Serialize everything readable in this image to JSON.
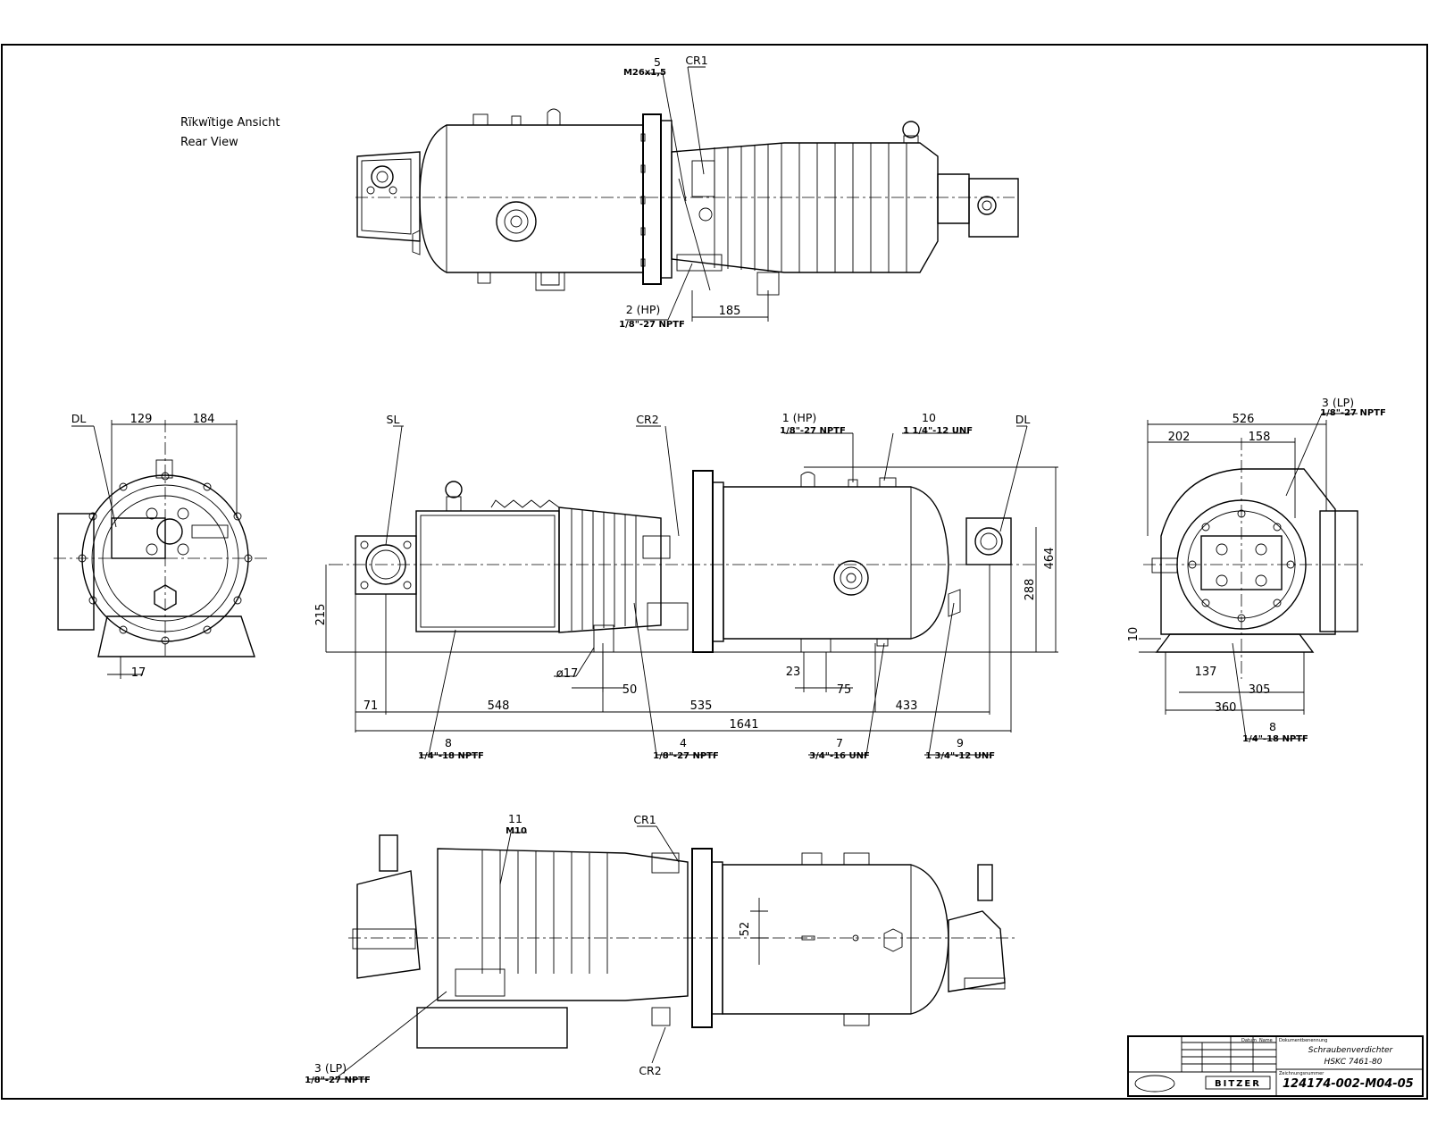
{
  "view_note": {
    "line1": "Rïkwïtige Ansicht",
    "line2": "Rear View"
  },
  "top_view": {
    "conn5_num": "5",
    "conn5_spec": "M26x1,5",
    "cr1": "CR1",
    "conn2_num": "2 (HP)",
    "conn2_spec": "1/8\"-27 NPTF",
    "dim185": "185"
  },
  "left_view": {
    "dl": "DL",
    "d129": "129",
    "d184": "184",
    "d17": "17"
  },
  "front_view": {
    "sl": "SL",
    "cr2": "CR2",
    "conn1_num": "1 (HP)",
    "conn1_spec": "1/8\"-27 NPTF",
    "conn10_num": "10",
    "conn10_spec": "1 1/4\"-12 UNF",
    "dl": "DL",
    "d215": "215",
    "d288": "288",
    "d464": "464",
    "d17": "ø17",
    "d50": "50",
    "d23": "23",
    "d75": "75",
    "d71": "71",
    "d548": "548",
    "d535": "535",
    "d433": "433",
    "d1641": "1641",
    "conn8_num": "8",
    "conn8_spec": "1/4\"-18 NPTF",
    "conn4_num": "4",
    "conn4_spec": "1/8\"-27 NPTF",
    "conn7_num": "7",
    "conn7_spec": "3/4\"-16 UNF",
    "conn9_num": "9",
    "conn9_spec": "1 3/4\"-12 UNF"
  },
  "right_view": {
    "conn3_num": "3 (LP)",
    "conn3_spec": "1/8\"-27 NPTF",
    "d526": "526",
    "d202": "202",
    "d158": "158",
    "d10": "10",
    "d137": "137",
    "d305": "305",
    "d360": "360",
    "conn8_num": "8",
    "conn8_spec": "1/4\"-18 NPTF"
  },
  "bottom_view": {
    "conn11_num": "11",
    "conn11_spec": "M10",
    "cr1": "CR1",
    "d52": "52",
    "conn3_num": "3 (LP)",
    "conn3_spec": "1/8\"-27 NPTF",
    "cr2": "CR2"
  },
  "title_block": {
    "designation_label": "Dokumentbenennung",
    "designation": "Schraubenverdichter",
    "model": "HSKC 7461-80",
    "drawing_number_label": "Zeichnungsnummer",
    "drawing_number": "124174-002-M04-05",
    "date_label": "Datum",
    "name_label": "Name",
    "brand": "BITZER"
  }
}
